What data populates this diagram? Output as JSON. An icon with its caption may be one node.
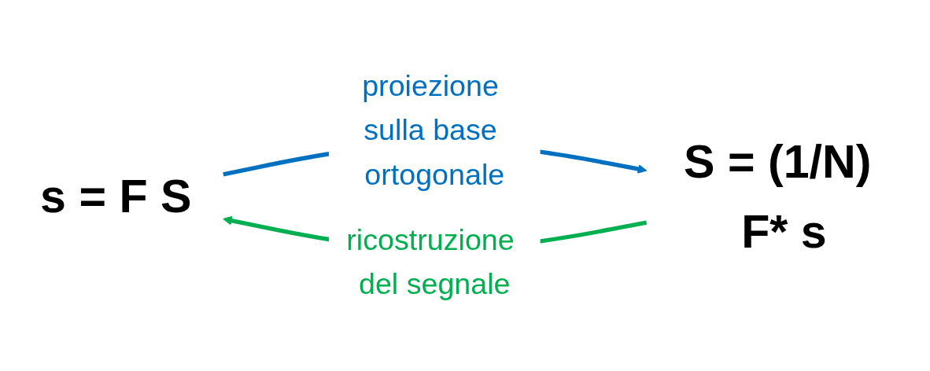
{
  "diagram": {
    "nodes": [
      {
        "text": [
          "s = F S"
        ]
      },
      {
        "text": [
          "S = (1/N) F* s"
        ]
      }
    ],
    "edges": [
      {
        "from": 0,
        "to": 1,
        "arrow": "to",
        "label": "proiezione sulla base ortogonale",
        "color": "#0070c0"
      },
      {
        "from": 1,
        "to": 0,
        "arrow": "to",
        "label": "ricostruzione del segnale",
        "color": "#00b050"
      }
    ]
  }
}
